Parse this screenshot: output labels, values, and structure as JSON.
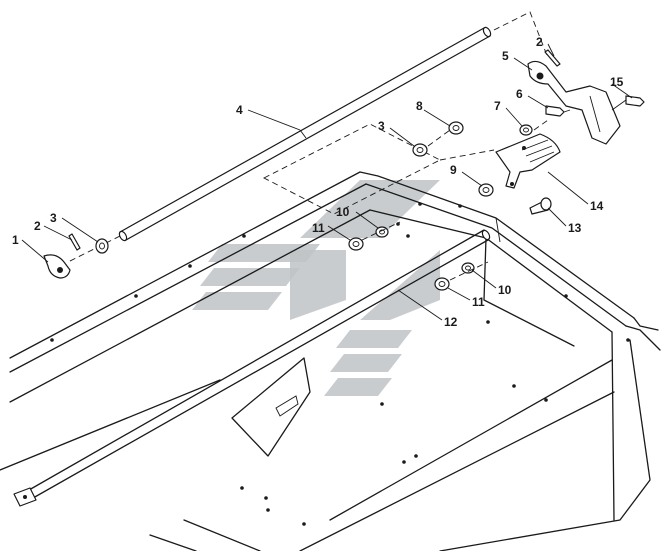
{
  "callouts": [
    {
      "id": "c1",
      "label": "1"
    },
    {
      "id": "c2a",
      "label": "2"
    },
    {
      "id": "c3a",
      "label": "3"
    },
    {
      "id": "c4",
      "label": "4"
    },
    {
      "id": "c2b",
      "label": "2"
    },
    {
      "id": "c5",
      "label": "5"
    },
    {
      "id": "c6",
      "label": "6"
    },
    {
      "id": "c15",
      "label": "15"
    },
    {
      "id": "c8",
      "label": "8"
    },
    {
      "id": "c7",
      "label": "7"
    },
    {
      "id": "c3b",
      "label": "3"
    },
    {
      "id": "c9",
      "label": "9"
    },
    {
      "id": "c14",
      "label": "14"
    },
    {
      "id": "c13",
      "label": "13"
    },
    {
      "id": "c10a",
      "label": "10"
    },
    {
      "id": "c11a",
      "label": "11"
    },
    {
      "id": "c10b",
      "label": "10"
    },
    {
      "id": "c11b",
      "label": "11"
    },
    {
      "id": "c12",
      "label": "12"
    }
  ],
  "colors": {
    "line": "#1a1a1a",
    "background": "#ffffff",
    "watermark": "#bfc3c6"
  }
}
